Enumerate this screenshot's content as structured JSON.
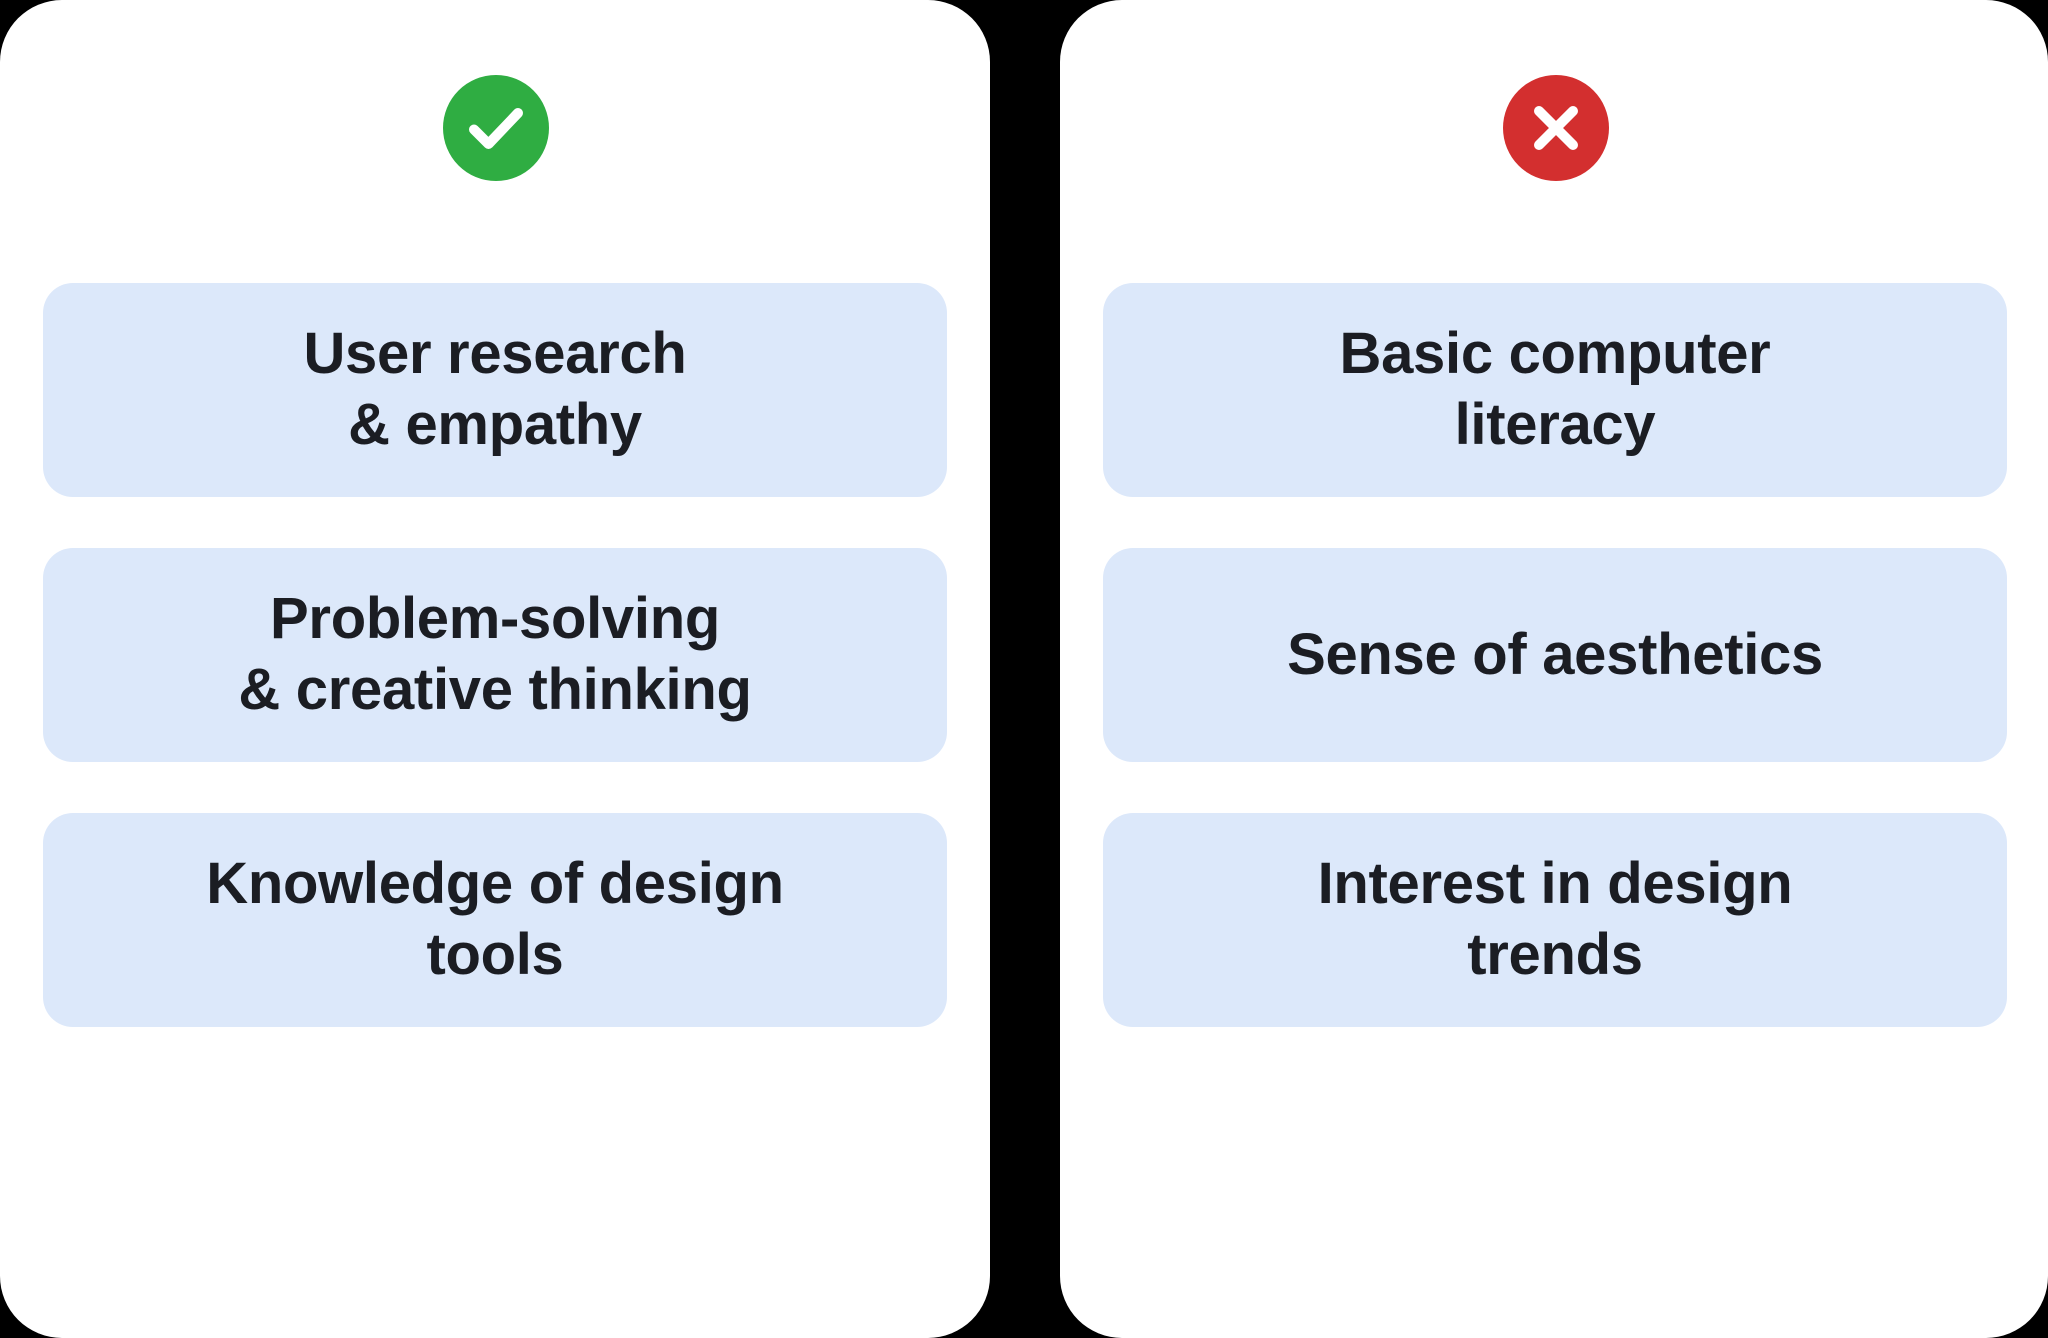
{
  "layout": {
    "background_color": "#000000",
    "card_background": "#ffffff",
    "pill_background": "#dce8fa",
    "text_color": "#1b1d23"
  },
  "columns": [
    {
      "id": "required-skills",
      "status_icon": "check-circle-icon",
      "status_type": "positive",
      "status_color": "#2fad42",
      "items": [
        {
          "label": "User research\n& empathy"
        },
        {
          "label": "Problem-solving\n& creative thinking"
        },
        {
          "label": "Knowledge of design\ntools"
        }
      ]
    },
    {
      "id": "not-required-skills",
      "status_icon": "x-circle-icon",
      "status_type": "negative",
      "status_color": "#d32f2f",
      "items": [
        {
          "label": "Basic computer\nliteracy"
        },
        {
          "label": "Sense of aesthetics"
        },
        {
          "label": "Interest in design\ntrends"
        }
      ]
    }
  ]
}
